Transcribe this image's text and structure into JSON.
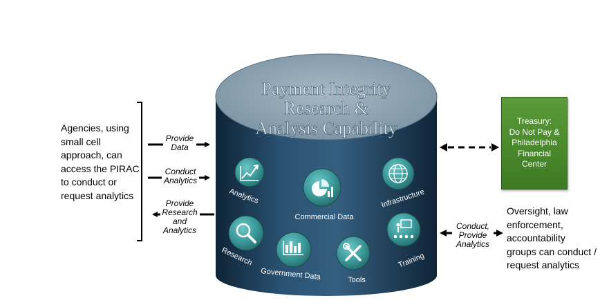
{
  "cylinder": {
    "title_lines": [
      "Payment Integrity",
      "Research &",
      "Analysis Capability"
    ]
  },
  "modules": {
    "analytics": "Analytics",
    "commercial_data": "Commercial Data",
    "infrastructure": "Infrastructure",
    "research": "Research",
    "government_data": "Government Data",
    "tools": "Tools",
    "training": "Training"
  },
  "agencies": {
    "text": "Agencies, using small cell approach, can access the PIRAC to conduct or request analytics"
  },
  "left_flows": {
    "provide_data": [
      "Provide",
      "Data"
    ],
    "conduct_analytics": [
      "Conduct",
      "Analytics"
    ],
    "provide_research": [
      "Provide",
      "Research",
      "and",
      "Analytics"
    ]
  },
  "treasury": {
    "text": "Treasury:\nDo Not Pay &\nPhiladelphia\nFinancial\nCenter"
  },
  "right_flow": {
    "label": [
      "Conduct,",
      "Provide",
      "Analytics"
    ]
  },
  "oversight": {
    "text": "Oversight, law enforcement, accountability groups can conduct / request analytics"
  },
  "colors": {
    "cylinder_top": "#8fa7b7",
    "cylinder_body": "#1e3d58",
    "icon_circle": "#3d9a9a",
    "treasury_green": "#4a8a2c",
    "title_text": "#dfe9f0"
  }
}
